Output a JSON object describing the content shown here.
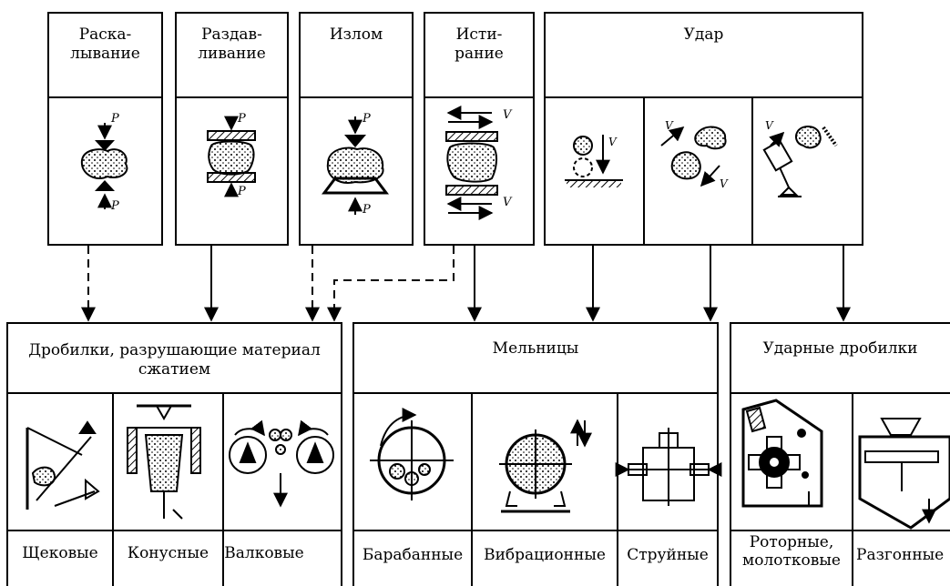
{
  "methods": [
    {
      "label": "Раска-\nлывание",
      "icon": "splitting-icon"
    },
    {
      "label": "Раздав-\nливание",
      "icon": "crushing-icon"
    },
    {
      "label": "Излом",
      "icon": "breaking-icon"
    },
    {
      "label": "Исти-\nрание",
      "icon": "abrasion-icon"
    },
    {
      "label": "Удар",
      "icon": "impact-icon"
    }
  ],
  "force_labels": {
    "p": "P",
    "v": "V"
  },
  "groups": [
    {
      "title": "Дробилки, разрушающие материал\nсжатием",
      "machines": [
        {
          "label": "Щековые",
          "icon": "jaw-crusher-icon"
        },
        {
          "label": "Конусные",
          "icon": "cone-crusher-icon"
        },
        {
          "label": "Валковые",
          "icon": "roll-crusher-icon"
        }
      ]
    },
    {
      "title": "Мельницы",
      "machines": [
        {
          "label": "Барабанные",
          "icon": "drum-mill-icon"
        },
        {
          "label": "Вибрационные",
          "icon": "vibration-mill-icon"
        },
        {
          "label": "Струйные",
          "icon": "jet-mill-icon"
        }
      ]
    },
    {
      "title": "Ударные дробилки",
      "machines": [
        {
          "label": "Роторные,\nмолотковые",
          "icon": "hammer-crusher-icon"
        },
        {
          "label": "Разгонные",
          "icon": "accelerator-crusher-icon"
        }
      ]
    }
  ]
}
